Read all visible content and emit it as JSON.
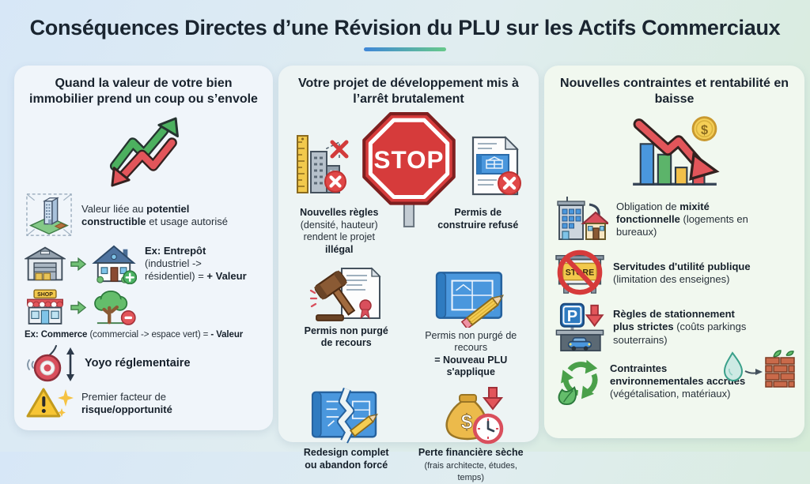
{
  "title": "Conséquences Directes d’une Révision du PLU sur les Actifs Commerciaux",
  "palette": {
    "underline_from": "#3f87d8",
    "underline_to": "#67c98b",
    "positive_green": "#4cb05f",
    "negative_red": "#e2555a",
    "accent_blue": "#4a97dd",
    "gold": "#f2c94c"
  },
  "icon_labels": {
    "stop": "STOP",
    "shop": "SHOP",
    "store": "STORE",
    "dollar": "$",
    "parking": "P"
  },
  "columns": [
    {
      "header": "Quand la valeur de votre bien immobilier prend un coup ou s’envole",
      "hero_icon": "up-down-trend-arrows-icon",
      "items": [
        {
          "icon": "constructible-building-icon",
          "text": [
            {
              "t": "Valeur liée au "
            },
            {
              "t": "potentiel",
              "b": 1
            },
            {
              "br": 1
            },
            {
              "t": "constructible",
              "b": 1
            },
            {
              "t": " et usage autorisé"
            }
          ]
        },
        {
          "icon": "warehouse-to-house-icons",
          "text": [
            {
              "t": "Ex: Entrepôt",
              "b": 1
            },
            {
              "br": 1
            },
            {
              "t": "(industriel ->"
            },
            {
              "br": 1
            },
            {
              "t": "résidentiel) = "
            },
            {
              "t": "+ Valeur",
              "b": 1
            }
          ]
        },
        {
          "icon": "shop-to-greenspace-icons",
          "text": [
            {
              "t": "Ex: Commerce",
              "b": 1
            },
            {
              "t": " (commercial -> espace vert) = "
            },
            {
              "t": "- Valeur",
              "b": 1
            }
          ]
        },
        {
          "icon": "yoyo-icon",
          "text": [
            {
              "t": "Yoyo réglementaire",
              "b": 1
            }
          ]
        },
        {
          "icon": "warning-triangle-icon",
          "text": [
            {
              "t": "Premier facteur de"
            },
            {
              "br": 1
            },
            {
              "t": "risque/opportunité",
              "b": 1
            }
          ]
        }
      ]
    },
    {
      "header": "Votre projet de développement mis à l’arrêt brutalement",
      "hero_icon": "stop-sign-icon",
      "items": [
        {
          "icon": "ruler-building-rejected-icon",
          "text": [
            {
              "t": "Nouvelles règles",
              "b": 1
            },
            {
              "br": 1
            },
            {
              "t": "(densité, hauteur)"
            },
            {
              "br": 1
            },
            {
              "t": "rendent le projet "
            },
            {
              "t": "illégal",
              "b": 1
            }
          ]
        },
        {
          "icon": "permit-refused-icon",
          "text": [
            {
              "t": "Permis de",
              "b": 1
            },
            {
              "br": 1
            },
            {
              "t": "construire refusé",
              "b": 1
            }
          ]
        },
        {
          "icon": "gavel-document-icon",
          "text": [
            {
              "t": "Permis non purgé",
              "b": 1
            },
            {
              "br": 1
            },
            {
              "t": "de recours",
              "b": 1
            }
          ]
        },
        {
          "icon": "blueprint-pencil-icon",
          "text": [
            {
              "t": "Permis non purgé de recours"
            },
            {
              "br": 1
            },
            {
              "t": "= Nouveau PLU s'applique",
              "b": 1
            }
          ]
        },
        {
          "icon": "torn-blueprint-icon",
          "text": [
            {
              "t": "Redesign complet",
              "b": 1
            },
            {
              "br": 1
            },
            {
              "t": "ou abandon forcé",
              "b": 1
            }
          ]
        },
        {
          "icon": "money-loss-clock-icon",
          "text": [
            {
              "t": "Perte financière sèche",
              "b": 1
            },
            {
              "br": 1
            },
            {
              "t": "(frais architecte, études, temps)",
              "small": 1
            }
          ]
        }
      ]
    },
    {
      "header": "Nouvelles contraintes et rentabilité en baisse",
      "hero_icon": "declining-profit-chart-icon",
      "items": [
        {
          "icon": "building-to-house-icon",
          "text": [
            {
              "t": "Obligation de "
            },
            {
              "t": "mixité",
              "b": 1
            },
            {
              "br": 1
            },
            {
              "t": "fonctionnelle",
              "b": 1
            },
            {
              "t": " (logements en"
            },
            {
              "br": 1
            },
            {
              "t": "bureaux)"
            }
          ]
        },
        {
          "icon": "store-sign-banned-icon",
          "text": [
            {
              "t": "Servitudes d'utilité publique",
              "b": 1
            },
            {
              "br": 1
            },
            {
              "t": "(limitation des enseignes)"
            }
          ]
        },
        {
          "icon": "parking-restriction-icon",
          "text": [
            {
              "t": "Règles de stationnement",
              "b": 1
            },
            {
              "br": 1
            },
            {
              "t": "plus strictes",
              "b": 1
            },
            {
              "t": " (coûts parkings"
            },
            {
              "br": 1
            },
            {
              "t": "souterrains)"
            }
          ]
        },
        {
          "icon": "recycling-leaf-icon",
          "side_icon": "water-to-brick-icon",
          "text": [
            {
              "t": "Contraintes",
              "b": 1
            },
            {
              "br": 1
            },
            {
              "t": "environnementales accrues",
              "b": 1
            },
            {
              "br": 1
            },
            {
              "t": "(végétalisation, matériaux)"
            }
          ]
        }
      ]
    }
  ]
}
